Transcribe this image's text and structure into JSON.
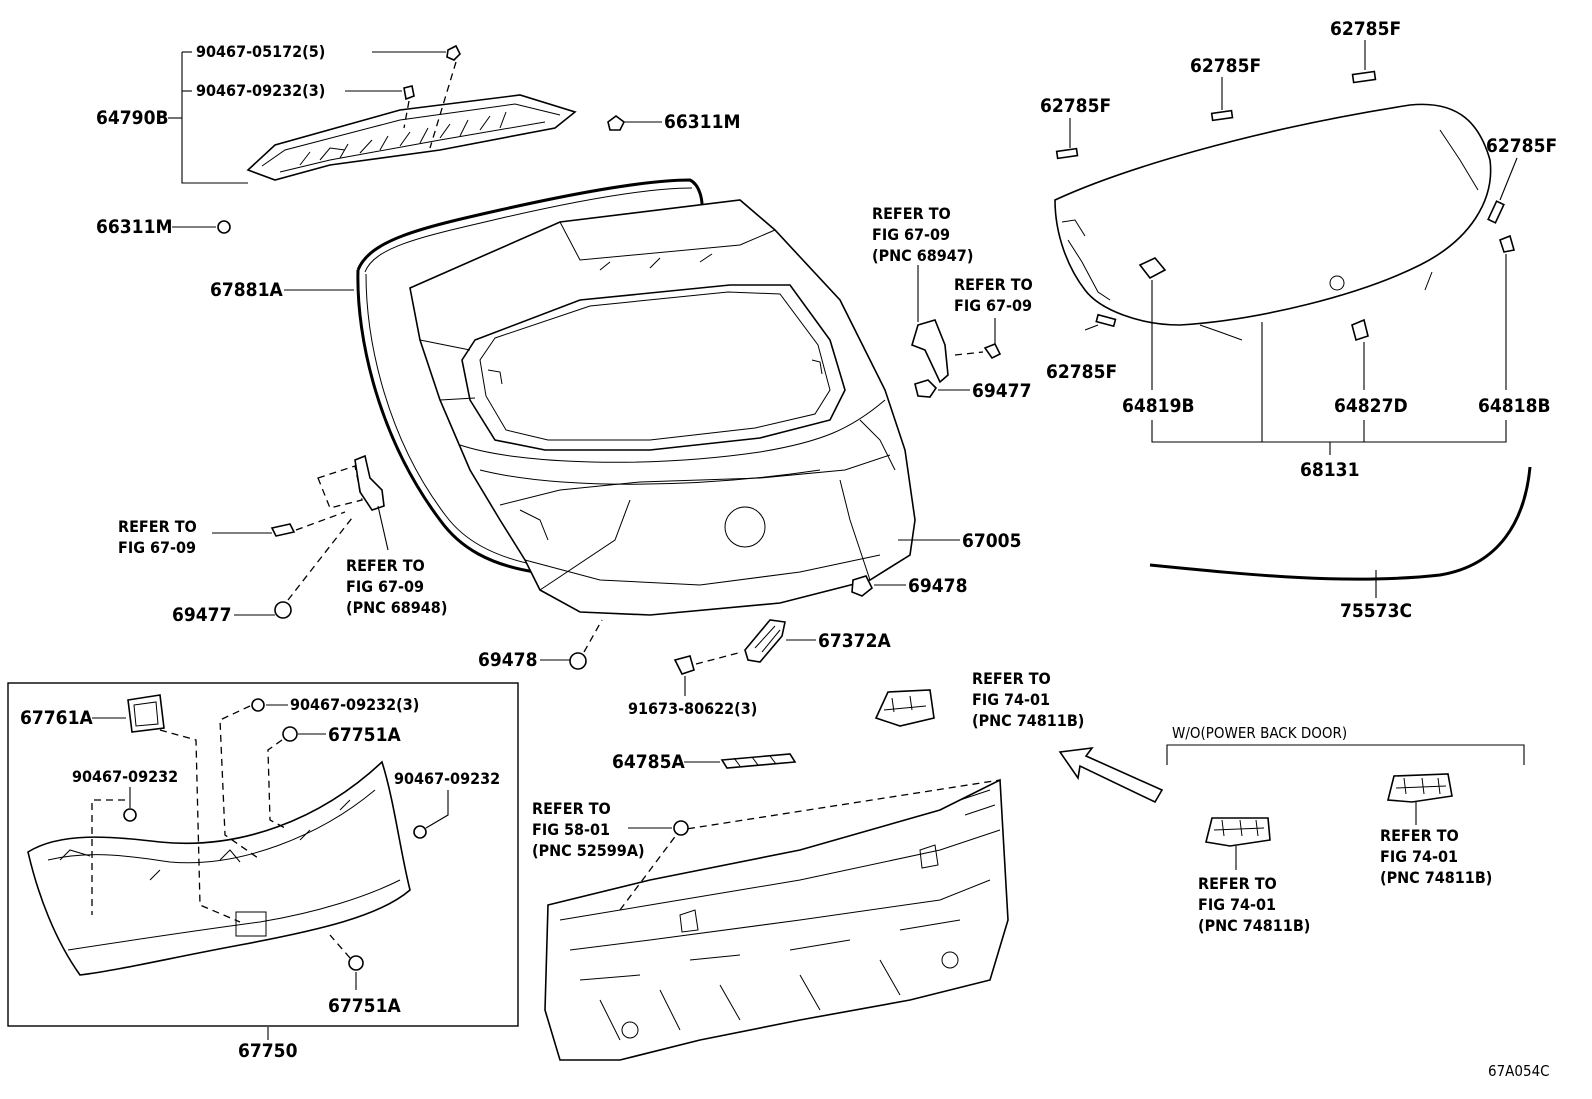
{
  "labels": {
    "p90467_05172": "90467-05172(5)",
    "p90467_09232_3a": "90467-09232(3)",
    "p64790B": "64790B",
    "p66311M_a": "66311M",
    "p66311M_b": "66311M",
    "p67881A": "67881A",
    "p62785F_top": "62785F",
    "p62785F_mid": "62785F",
    "p62785F_left": "62785F",
    "p62785F_right": "62785F",
    "p62785F_low": "62785F",
    "ref_6709_a_1": "REFER TO",
    "ref_6709_a_2": "FIG 67-09",
    "ref_6709_a_3": "(PNC 68947)",
    "ref_6709_b_1": "REFER TO",
    "ref_6709_b_2": "FIG 67-09",
    "p69477_a": "69477",
    "p64819B": "64819B",
    "p64827D": "64827D",
    "p64818B": "64818B",
    "p68131": "68131",
    "ref_6709_c_1": "REFER TO",
    "ref_6709_c_2": "FIG 67-09",
    "ref_6709_d_1": "REFER TO",
    "ref_6709_d_2": "FIG 67-09",
    "ref_6709_d_3": "(PNC 68948)",
    "p67005": "67005",
    "p69478_a": "69478",
    "p69477_b": "69477",
    "p75573C": "75573C",
    "p69478_b": "69478",
    "p67372A": "67372A",
    "p91673": "91673-80622(3)",
    "ref_7401_a_1": "REFER TO",
    "ref_7401_a_2": "FIG 74-01",
    "ref_7401_a_3": "(PNC 74811B)",
    "p67761A": "67761A",
    "p90467_09232_3b": "90467-09232(3)",
    "p67751A_a": "67751A",
    "p90467_09232_a": "90467-09232",
    "p90467_09232_b": "90467-09232",
    "p67751A_b": "67751A",
    "p67750": "67750",
    "p64785A": "64785A",
    "ref_5801_1": "REFER TO",
    "ref_5801_2": "FIG 58-01",
    "ref_5801_3": "(PNC 52599A)",
    "wo_power": "W/O(POWER BACK DOOR)",
    "ref_7401_b_1": "REFER TO",
    "ref_7401_b_2": "FIG 74-01",
    "ref_7401_b_3": "(PNC 74811B)",
    "ref_7401_c_1": "REFER TO",
    "ref_7401_c_2": "FIG 74-01",
    "ref_7401_c_3": "(PNC 74811B)",
    "diagram_code": "67A054C"
  }
}
